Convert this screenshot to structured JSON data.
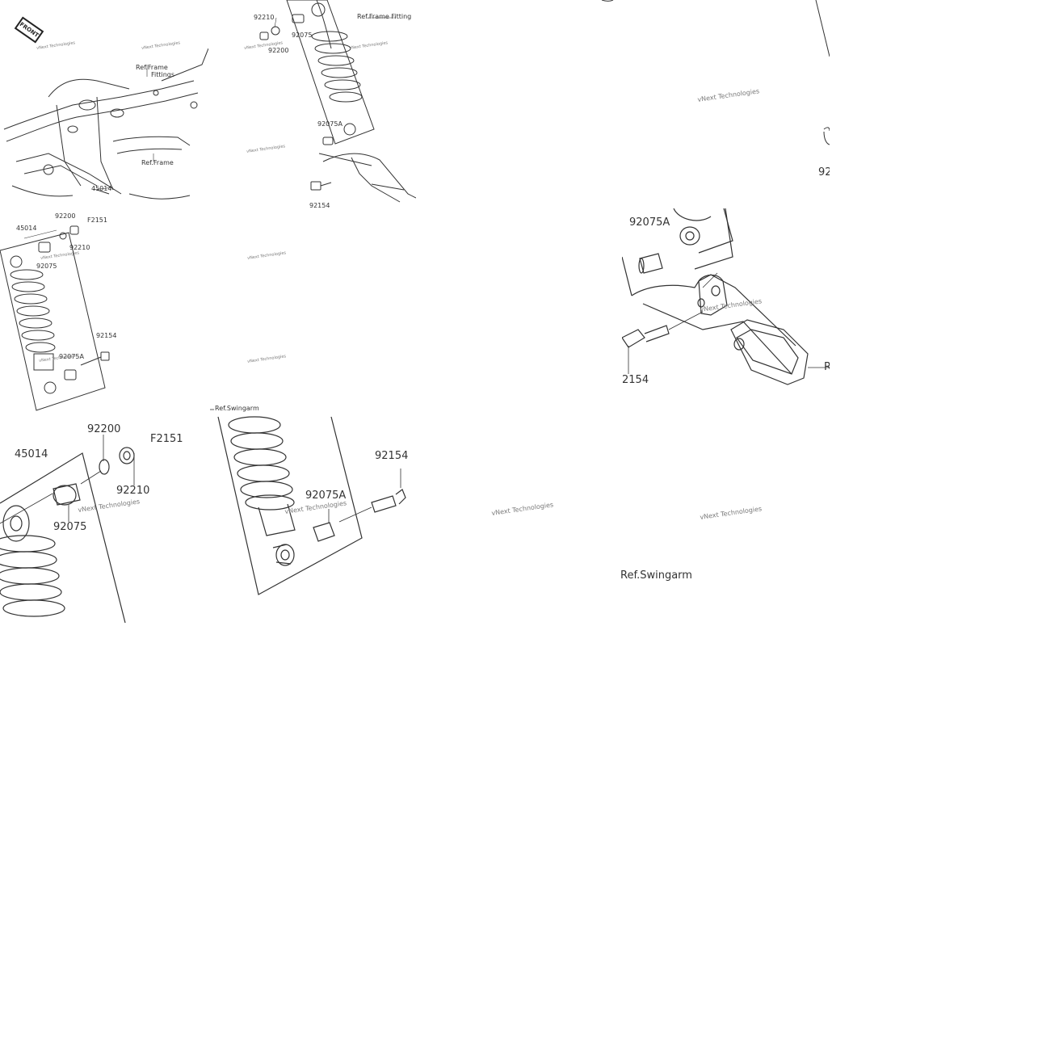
{
  "watermark": "vNext Technologies",
  "front_badge": "FRONT",
  "parts": {
    "p45014": "45014",
    "p92200": "92200",
    "p92210": "92210",
    "p92075": "92075",
    "p92075A": "92075A",
    "p92154": "92154",
    "pF2151": "F2151"
  },
  "refs": {
    "frame_fittings_1": "Ref.Frame",
    "frame_fittings_2": "Fittings",
    "frame": "Ref.Frame",
    "frame_fitting_top": "Ref.Frame Fitting",
    "swingarm": "Ref.Swingarm",
    "swingarm_big": "Ref.Swingarm",
    "r_cut": "R"
  },
  "cropped": {
    "big_92154": "2154",
    "right_92": "92",
    "top_92154": "92154"
  }
}
